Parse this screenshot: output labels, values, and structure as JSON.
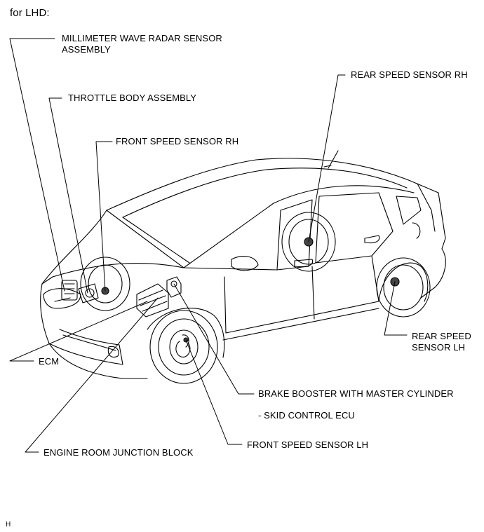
{
  "header": {
    "caption": "for LHD:"
  },
  "labels": {
    "millimeter_wave_radar": "MILLIMETER WAVE RADAR SENSOR",
    "millimeter_wave_radar_2": "ASSEMBLY",
    "throttle_body": "THROTTLE BODY ASSEMBLY",
    "front_speed_sensor_rh": "FRONT SPEED SENSOR RH",
    "rear_speed_sensor_rh": "REAR SPEED SENSOR RH",
    "rear_speed_sensor_lh": "REAR SPEED",
    "rear_speed_sensor_lh_2": "SENSOR LH",
    "ecm": "ECM",
    "brake_booster": "BRAKE BOOSTER WITH MASTER CYLINDER",
    "skid_control_ecu": "- SKID CONTROL ECU",
    "front_speed_sensor_lh": "FRONT SPEED SENSOR LH",
    "engine_room_junction_block": "ENGINE ROOM JUNCTION BLOCK"
  },
  "footer": {
    "code": "H"
  }
}
